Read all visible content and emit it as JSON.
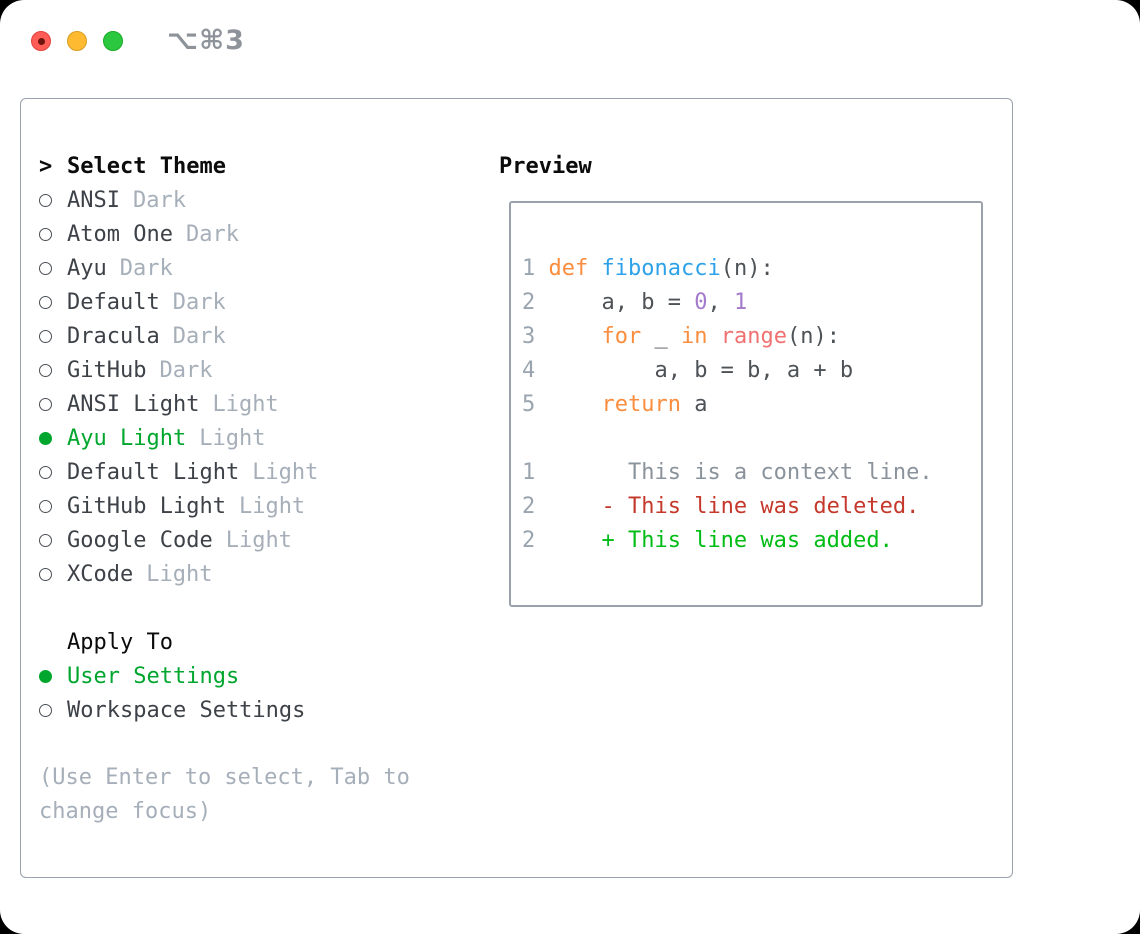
{
  "window": {
    "title_shortcut": "⌥⌘3"
  },
  "colors": {
    "selection_green": "#00A62D",
    "added_green": "#00BC15",
    "deleted_red": "#C4392B",
    "text_dark": "#3D4248",
    "text_muted": "#A6AFB9",
    "header_black": "#0B0B0C",
    "border_gray": "#99A2AC",
    "traffic_red": "#FF5D55",
    "traffic_red_dot": "#6E150D",
    "traffic_yellow": "#FEBB32",
    "traffic_green": "#2BC83F",
    "titlebar_text": "#8E939A"
  },
  "theme_picker": {
    "prompt": ">",
    "header": "Select Theme",
    "items": [
      {
        "label": "ANSI",
        "variant": "Dark",
        "selected": false
      },
      {
        "label": "Atom One",
        "variant": "Dark",
        "selected": false
      },
      {
        "label": "Ayu",
        "variant": "Dark",
        "selected": false
      },
      {
        "label": "Default",
        "variant": "Dark",
        "selected": false
      },
      {
        "label": "Dracula",
        "variant": "Dark",
        "selected": false
      },
      {
        "label": "GitHub",
        "variant": "Dark",
        "selected": false
      },
      {
        "label": "ANSI Light",
        "variant": "Light",
        "selected": false
      },
      {
        "label": "Ayu Light",
        "variant": "Light",
        "selected": true
      },
      {
        "label": "Default Light",
        "variant": "Light",
        "selected": false
      },
      {
        "label": "GitHub Light",
        "variant": "Light",
        "selected": false
      },
      {
        "label": "Google Code",
        "variant": "Light",
        "selected": false
      },
      {
        "label": "XCode",
        "variant": "Light",
        "selected": false
      }
    ],
    "apply_to": {
      "header": "Apply To",
      "options": [
        {
          "label": "User Settings",
          "selected": true
        },
        {
          "label": "Workspace Settings",
          "selected": false
        }
      ]
    },
    "help": "(Use Enter to select, Tab to change focus)"
  },
  "preview": {
    "header": "Preview",
    "palette": {
      "kw": "#FA8D3E",
      "fn": "#2EA2E8",
      "num": "#A37ACC",
      "call": "#F07171",
      "fg": "#4D5257",
      "ctx": "#8A939B",
      "del": "#C4392B",
      "add": "#00BC15",
      "lnum": "#9AA4AF"
    },
    "lines": [
      {
        "num": "1",
        "tokens": [
          {
            "t": "def",
            "c": "kw"
          },
          {
            "t": " ",
            "c": "fg"
          },
          {
            "t": "fibonacci",
            "c": "fn"
          },
          {
            "t": "(n):",
            "c": "fg"
          }
        ]
      },
      {
        "num": "2",
        "tokens": [
          {
            "t": "    a, b = ",
            "c": "fg"
          },
          {
            "t": "0",
            "c": "num"
          },
          {
            "t": ", ",
            "c": "fg"
          },
          {
            "t": "1",
            "c": "num"
          }
        ]
      },
      {
        "num": "3",
        "tokens": [
          {
            "t": "    ",
            "c": "fg"
          },
          {
            "t": "for",
            "c": "kw"
          },
          {
            "t": " _ ",
            "c": "fg"
          },
          {
            "t": "in",
            "c": "kw"
          },
          {
            "t": " ",
            "c": "fg"
          },
          {
            "t": "range",
            "c": "call"
          },
          {
            "t": "(n):",
            "c": "fg"
          }
        ]
      },
      {
        "num": "4",
        "tokens": [
          {
            "t": "        a, b = b, a + b",
            "c": "fg"
          }
        ]
      },
      {
        "num": "5",
        "tokens": [
          {
            "t": "    ",
            "c": "fg"
          },
          {
            "t": "return",
            "c": "kw"
          },
          {
            "t": " a",
            "c": "fg"
          }
        ]
      },
      {
        "num": "",
        "tokens": []
      },
      {
        "num": "1",
        "tokens": [
          {
            "t": "      This is a context line.",
            "c": "ctx"
          }
        ]
      },
      {
        "num": "2",
        "tokens": [
          {
            "t": "    - This line was deleted.",
            "c": "del"
          }
        ]
      },
      {
        "num": "2",
        "tokens": [
          {
            "t": "    + This line was added.",
            "c": "add"
          }
        ]
      }
    ]
  }
}
